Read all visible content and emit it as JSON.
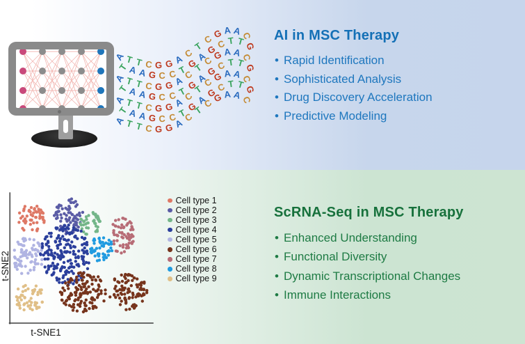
{
  "top_panel": {
    "title": "AI in MSC Therapy",
    "title_color": "#1470B6",
    "text_color": "#1E77BE",
    "bullet_char": "•",
    "items": [
      "Rapid Identification",
      "Sophisticated Analysis",
      "Drug Discovery Acceleration",
      "Predictive Modeling"
    ],
    "bg_left": "#FFFFFF",
    "bg_right": "#C6D5EC"
  },
  "bottom_panel": {
    "title": "ScRNA-Seq in MSC Therapy",
    "title_color": "#17713C",
    "text_color": "#1E7B44",
    "bullet_char": "•",
    "items": [
      "Enhanced Understanding",
      "Functional Diversity",
      "Dynamic Transcriptional Changes",
      "Immune Interactions"
    ],
    "bg_left": "#FFFFFF",
    "bg_right": "#CBE3D1"
  },
  "monitor": {
    "frame_color": "#8A8A8A",
    "screen_color": "#FFFFFF",
    "stand_color": "#9E9E9E",
    "base_color": "#1B1B1B",
    "camera_color": "#6F6F6F",
    "network": {
      "edge_color": "#F2B5B0",
      "node_colors_by_column": [
        "#C9497B",
        "#8C8C8C",
        "#8C8C8C",
        "#8C8C8C",
        "#1F76BB"
      ],
      "cols_x": [
        10,
        38,
        66,
        94,
        122
      ],
      "rows_y": [
        3,
        31,
        59,
        85
      ],
      "node_radius": 5
    }
  },
  "dna_wave": {
    "letter_colors": {
      "A": "#2A6BBE",
      "T": "#3BA45F",
      "C": "#C48B35",
      "G": "#BE3A1F"
    },
    "rows": [
      "ATTCGGACTCGAAC",
      "TAAGCCTGAGCTTG",
      "ATTCGGACTCGAAC",
      "TAAGCCTGAGCTTG",
      "ATTCGGACTCGAAC",
      "TAAGCCTGAGCTTG",
      "ATTCGGACTCGAAC"
    ]
  },
  "chart_data": {
    "type": "scatter",
    "title": "",
    "xlabel": "t-SNE1",
    "ylabel": "t-SNE2",
    "axes": {
      "ticks": "none",
      "grid": false
    },
    "legend_position": "right",
    "series": [
      {
        "name": "Cell type 1",
        "color": "#DE7865",
        "blobs": [
          {
            "cx": 45,
            "cy": 70,
            "rx": 21,
            "ry": 20,
            "n": 52
          }
        ]
      },
      {
        "name": "Cell type 2",
        "color": "#5A5CA5",
        "blobs": [
          {
            "cx": 99,
            "cy": 67,
            "rx": 21,
            "ry": 26,
            "n": 72
          }
        ]
      },
      {
        "name": "Cell type 3",
        "color": "#74B689",
        "blobs": [
          {
            "cx": 130,
            "cy": 77,
            "rx": 15,
            "ry": 17,
            "n": 42
          }
        ]
      },
      {
        "name": "Cell type 4",
        "color": "#2B3F9C",
        "blobs": [
          {
            "cx": 94,
            "cy": 122,
            "rx": 36,
            "ry": 44,
            "n": 200
          }
        ]
      },
      {
        "name": "Cell type 5",
        "color": "#B0B4E2",
        "blobs": [
          {
            "cx": 40,
            "cy": 124,
            "rx": 22,
            "ry": 27,
            "n": 78
          }
        ]
      },
      {
        "name": "Cell type 6",
        "color": "#76341C",
        "blobs": [
          {
            "cx": 120,
            "cy": 176,
            "rx": 34,
            "ry": 29,
            "n": 130
          },
          {
            "cx": 184,
            "cy": 175,
            "rx": 28,
            "ry": 27,
            "n": 95
          }
        ]
      },
      {
        "name": "Cell type 7",
        "color": "#B76C76",
        "blobs": [
          {
            "cx": 176,
            "cy": 94,
            "rx": 17,
            "ry": 27,
            "n": 62
          }
        ]
      },
      {
        "name": "Cell type 8",
        "color": "#209BE0",
        "blobs": [
          {
            "cx": 146,
            "cy": 113,
            "rx": 16,
            "ry": 19,
            "n": 52
          }
        ]
      },
      {
        "name": "Cell type 9",
        "color": "#E0BF87",
        "blobs": [
          {
            "cx": 42,
            "cy": 184,
            "rx": 22,
            "ry": 20,
            "n": 55
          }
        ]
      }
    ]
  }
}
